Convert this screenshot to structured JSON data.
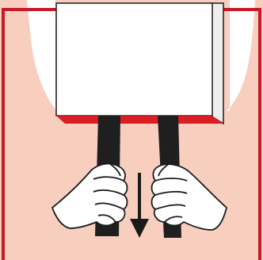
{
  "illustration": {
    "depicts": [
      "frame",
      "appliance-box",
      "pull-handles",
      "gloved-hands",
      "down-arrow"
    ],
    "colors": {
      "background": "#f8cfbf",
      "frame": "#c8192a",
      "box_fill": "#ffffff",
      "box_outline": "#1a1a1a",
      "box_bottom_edge": "#d91e24",
      "handle": "#1f1f1f",
      "glove": "#ffffff",
      "arrow": "#1a1a1a"
    }
  }
}
